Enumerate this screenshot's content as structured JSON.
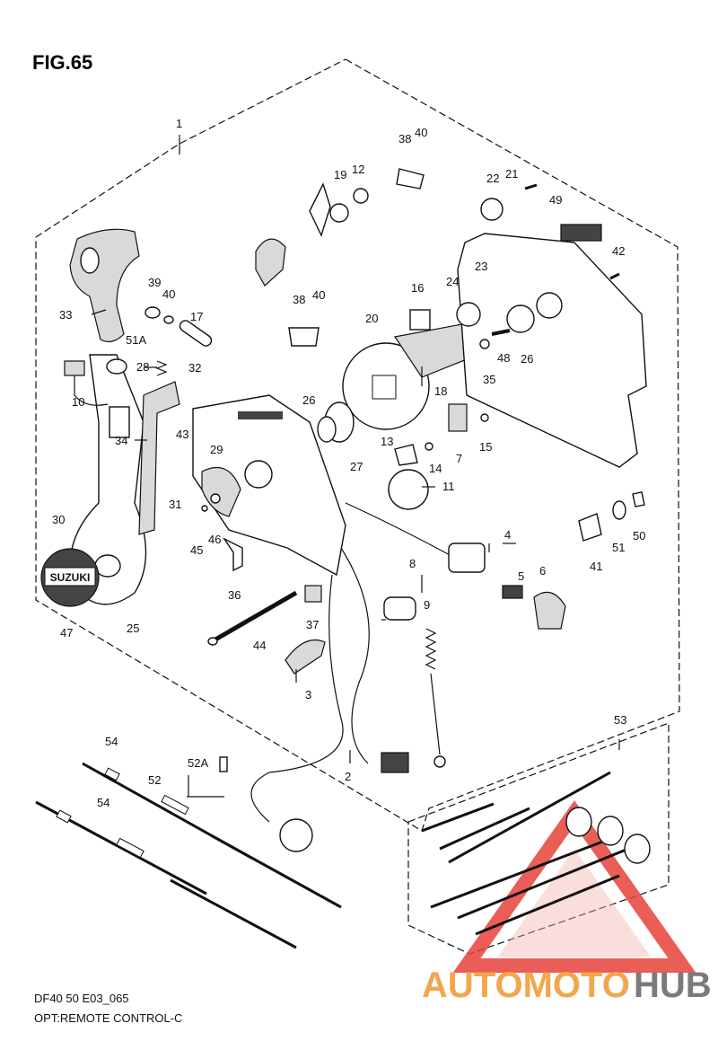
{
  "figure": {
    "title": "FIG.65",
    "model_code": "DF40 50 E03_065",
    "caption": "OPT:REMOTE CONTROL-C"
  },
  "part_labels": [
    "1",
    "2",
    "3",
    "4",
    "5",
    "6",
    "7",
    "8",
    "9",
    "10",
    "11",
    "12",
    "13",
    "14",
    "15",
    "16",
    "17",
    "18",
    "19",
    "20",
    "21",
    "22",
    "23",
    "24",
    "25",
    "26",
    "26",
    "27",
    "28",
    "29",
    "30",
    "31",
    "32",
    "33",
    "34",
    "35",
    "36",
    "37",
    "38",
    "38",
    "39",
    "40",
    "40",
    "40",
    "41",
    "42",
    "43",
    "44",
    "45",
    "46",
    "47",
    "48",
    "49",
    "50",
    "51",
    "51A",
    "52",
    "52A",
    "53",
    "54",
    "54"
  ],
  "badge_text": "SUZUKI",
  "watermark": {
    "brand_part1": "AUTOMOTO",
    "brand_part2": "HUB",
    "primary_color": "#e8413a",
    "accent_color": "#f2a64d",
    "secondary_color": "#7a7a7a"
  }
}
